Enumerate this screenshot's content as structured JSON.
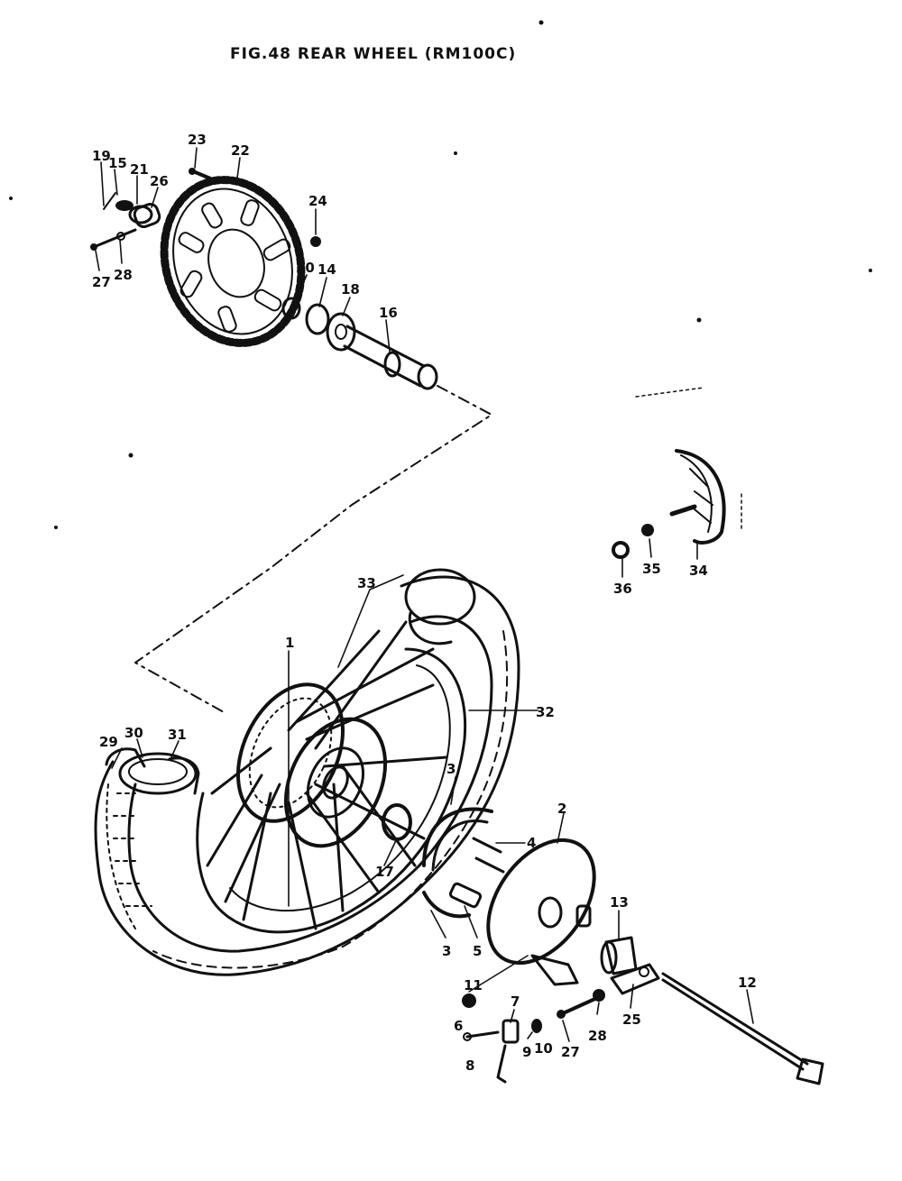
{
  "title": "FIG.48  REAR WHEEL (RM100C)",
  "callouts": {
    "c1": "1",
    "c2": "2",
    "c3a": "3",
    "c3b": "3",
    "c4": "4",
    "c5": "5",
    "c6": "6",
    "c7": "7",
    "c8": "8",
    "c9": "9",
    "c10": "10",
    "c11": "11",
    "c12": "12",
    "c13": "13",
    "c14": "14",
    "c15": "15",
    "c16": "16",
    "c17": "17",
    "c18": "18",
    "c19": "19",
    "c20": "20",
    "c21": "21",
    "c22": "22",
    "c23": "23",
    "c24": "24",
    "c25": "25",
    "c26": "26",
    "c27a": "27",
    "c27b": "27",
    "c28a": "28",
    "c28b": "28",
    "c29": "29",
    "c30": "30",
    "c31": "31",
    "c32": "32",
    "c33": "33",
    "c34": "34",
    "c35": "35",
    "c36": "36"
  }
}
